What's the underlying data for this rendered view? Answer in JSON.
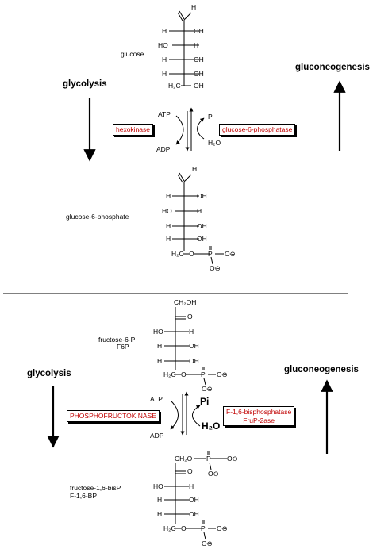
{
  "section1": {
    "glycolysis": "glycolysis",
    "gluconeogenesis": "gluconeogenesis",
    "enzyme_forward": "hexokinase",
    "enzyme_reverse": "glucose-6-phosphatase",
    "atp": "ATP",
    "adp": "ADP",
    "pi": "Pi",
    "h2o": "H₂O",
    "mol1": {
      "name": "glucose",
      "top_h": "H",
      "rows": [
        {
          "left": "H",
          "right": "OH"
        },
        {
          "left": "HO",
          "right": "H"
        },
        {
          "left": "H",
          "right": "OH"
        },
        {
          "left": "H",
          "right": "OH"
        }
      ],
      "bottom": "H₂C",
      "bottom_right": "OH"
    },
    "mol2": {
      "name": "glucose-6-phosphate",
      "top_h": "H",
      "rows": [
        {
          "left": "H",
          "right": "OH"
        },
        {
          "left": "HO",
          "right": "H"
        },
        {
          "left": "H",
          "right": "OH"
        },
        {
          "left": "H",
          "right": "OH"
        }
      ],
      "bottom": "H₂C",
      "o": "O",
      "p": "P",
      "o_minus": "O⊖"
    }
  },
  "section2": {
    "glycolysis": "glycolysis",
    "gluconeogenesis": "gluconeogenesis",
    "enzyme_forward": "PHOSPHOFRUCTOKINASE",
    "enzyme_reverse_1": "F-1,6-bisphosphatase",
    "enzyme_reverse_2": "FruP-2ase",
    "atp": "ATP",
    "adp": "ADP",
    "pi": "Pi",
    "h2o": "H₂O",
    "mol3": {
      "name1": "fructose-6-P",
      "name2": "F6P",
      "top": "CH₂OH",
      "rows": [
        {
          "left": "HO",
          "right": "H"
        },
        {
          "left": "H",
          "right": "OH"
        },
        {
          "left": "H",
          "right": "OH"
        }
      ],
      "bottom": "H₂C",
      "o": "O",
      "p": "P",
      "o_minus": "O⊖"
    },
    "mol4": {
      "name1": "fructose-1,6-bisP",
      "name2": "F-1,6-BP",
      "top": "CH₂O",
      "rows": [
        {
          "left": "HO",
          "right": "H"
        },
        {
          "left": "H",
          "right": "OH"
        },
        {
          "left": "H",
          "right": "OH"
        }
      ],
      "bottom": "H₂C",
      "o": "O",
      "p": "P",
      "o_minus": "O⊖"
    }
  }
}
